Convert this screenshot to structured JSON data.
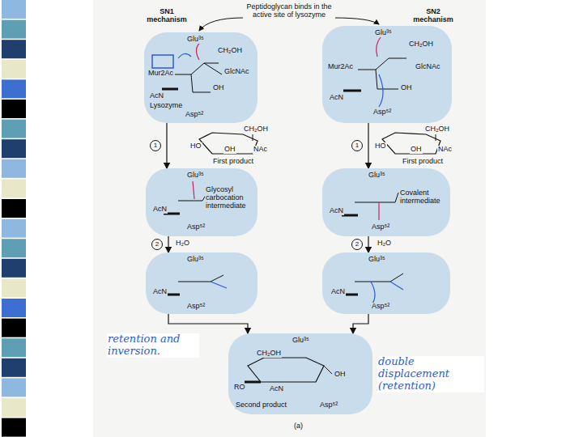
{
  "diagram": {
    "nodes": [
      {
        "text": [
          "Glu³⁵",
          "CH₂OH",
          "Mur2Ac",
          "OH",
          "GlcNAc",
          "AcN",
          "Lysozyme",
          "Asp⁵²"
        ]
      },
      {
        "text": [
          "Glu³⁵",
          "CH₂OH",
          "Mur2Ac",
          "OH",
          "GlcNAc",
          "AcN",
          "Asp⁵²"
        ]
      },
      {
        "text": [
          "Glu³⁵",
          "Glycosyl carbocation intermediate",
          "AcN",
          "Asp⁵²"
        ]
      },
      {
        "text": [
          "Glu³⁵",
          "Covalent intermediate",
          "AcN",
          "Asp⁵²"
        ]
      },
      {
        "text": [
          "Glu³⁵",
          "AcN",
          "Asp⁵²"
        ]
      },
      {
        "text": [
          "Glu³⁵",
          "AcN",
          "Asp⁵²"
        ]
      },
      {
        "text": [
          "Glu³⁵",
          "CH₂OH",
          "OH",
          "RO",
          "AcN",
          "Second product",
          "Asp⁵²"
        ]
      }
    ],
    "edges": [
      {
        "from": 0,
        "to": 2,
        "arrow": "to",
        "label": "1"
      },
      {
        "from": 2,
        "to": 4,
        "arrow": "to",
        "label": "2"
      },
      {
        "from": 4,
        "to": 6,
        "arrow": "to"
      },
      {
        "from": 1,
        "to": 3,
        "arrow": "to",
        "label": "1"
      },
      {
        "from": 3,
        "to": 5,
        "arrow": "to",
        "label": "2"
      },
      {
        "from": 5,
        "to": 6,
        "arrow": "to"
      }
    ],
    "labels": [
      "Peptidoglycan binds in the active site of lysozyme",
      "SN1 mechanism",
      "SN2 mechanism",
      "CH₂OH",
      "HO",
      "OH",
      "NAc",
      "First product",
      "CH₂OH",
      "HO",
      "OH",
      "NAc",
      "First product",
      "H₂O",
      "H₂O",
      "retention and inversion.",
      "double displacement (retention)",
      "(a)"
    ]
  }
}
